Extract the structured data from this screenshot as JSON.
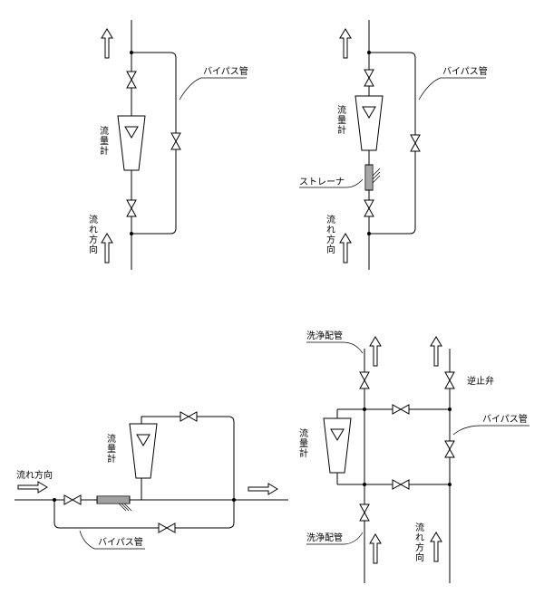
{
  "colors": {
    "line": "#000000",
    "background": "#ffffff"
  },
  "diagram1": {
    "bypass_label": "バイパス管",
    "meter_label": [
      "流",
      "量",
      "計"
    ],
    "flow_label": [
      "流",
      "れ",
      "方",
      "向"
    ]
  },
  "diagram2": {
    "bypass_label": "バイパス管",
    "meter_label": [
      "流",
      "量",
      "計"
    ],
    "strainer_label": "ストレーナ",
    "flow_label": [
      "流",
      "れ",
      "方",
      "向"
    ]
  },
  "diagram3": {
    "meter_label": [
      "流",
      "量",
      "計"
    ],
    "flow_label": "流れ方向",
    "bypass_label": "バイパス管"
  },
  "diagram4": {
    "wash_pipe_top": "洗浄配管",
    "check_valve": "逆止弁",
    "bypass_label": "バイパス管",
    "meter_label": [
      "流",
      "量",
      "計"
    ],
    "wash_pipe_bottom": "洗浄配管",
    "flow_label": [
      "流",
      "れ",
      "方",
      "向"
    ]
  }
}
